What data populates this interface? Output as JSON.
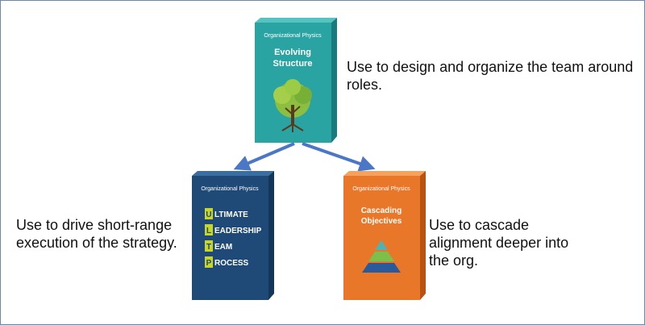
{
  "colors": {
    "arrow": "#4a78c6",
    "teal_box": "#2aa3a3",
    "blue_box": "#1f4a78",
    "orange_box": "#e9772a",
    "letter_accent": "#c8d62a"
  },
  "top_box": {
    "brand": "Organizational Physics",
    "title_line1": "Evolving",
    "title_line2": "Structure",
    "icon": "tree-icon",
    "description": "Use to design and organize the team around roles."
  },
  "left_box": {
    "brand": "Organizational Physics",
    "rows": [
      {
        "initial": "U",
        "rest": "LTIMATE"
      },
      {
        "initial": "L",
        "rest": "EADERSHIP"
      },
      {
        "initial": "T",
        "rest": "EAM"
      },
      {
        "initial": "P",
        "rest": "ROCESS"
      }
    ],
    "description": "Use to drive short-range execution of the strategy."
  },
  "right_box": {
    "brand": "Organizational Physics",
    "title_line1": "Cascading",
    "title_line2": "Objectives",
    "icon": "pyramid-icon",
    "description": "Use to cascade alignment deeper into the org."
  }
}
